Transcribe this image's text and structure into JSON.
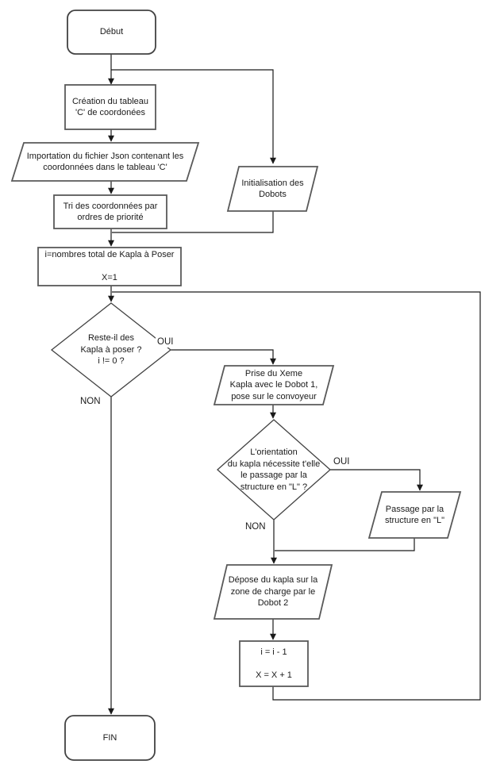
{
  "diagram": {
    "type": "flowchart",
    "language": "fr",
    "colors": {
      "background": "#ffffff",
      "shape_fill": "#ffffff",
      "shape_stroke": "#595959",
      "terminal_stroke": "#424242",
      "line": "#1a1a1a",
      "text": "#1a1a1a"
    },
    "nodes": {
      "start": {
        "shape": "rounded-terminal",
        "label": "Début"
      },
      "create_array": {
        "shape": "rectangle",
        "label": "Création du tableau\n'C' de coordonées"
      },
      "import_json": {
        "shape": "parallelogram",
        "label": "Importation du fichier Json contenant les\ncoordonnées dans le tableau 'C'"
      },
      "sort_coords": {
        "shape": "rectangle",
        "label": "Tri des coordonnées par\nordres de priorité"
      },
      "init_dobots": {
        "shape": "parallelogram",
        "label": "Initialisation des\nDobots"
      },
      "init_vars": {
        "shape": "rectangle",
        "label": "i=nombres total de Kapla à Poser\n\nX=1"
      },
      "decision_remaining": {
        "shape": "diamond",
        "label": "Reste-il des\nKapla à poser ?\ni != 0 ?"
      },
      "prise_kapla": {
        "shape": "parallelogram",
        "label": "Prise du Xeme\nKapla avec le Dobot 1,\npose sur le convoyeur"
      },
      "decision_orientation": {
        "shape": "diamond",
        "label": "L'orientation\ndu kapla nécessite t'elle\nle passage par la\nstructure en \"L\" ?"
      },
      "passage_l": {
        "shape": "parallelogram",
        "label": "Passage par la\nstructure en \"L\""
      },
      "depose_kapla": {
        "shape": "parallelogram",
        "label": "Dépose du kapla sur la\nzone de charge par le\nDobot 2"
      },
      "increment": {
        "shape": "rectangle",
        "label": "i = i - 1\n\nX = X + 1"
      },
      "end": {
        "shape": "rounded-terminal",
        "label": "FIN"
      }
    },
    "edge_labels": {
      "oui_remaining": "OUI",
      "non_remaining": "NON",
      "oui_orientation": "OUI",
      "non_orientation": "NON"
    }
  }
}
